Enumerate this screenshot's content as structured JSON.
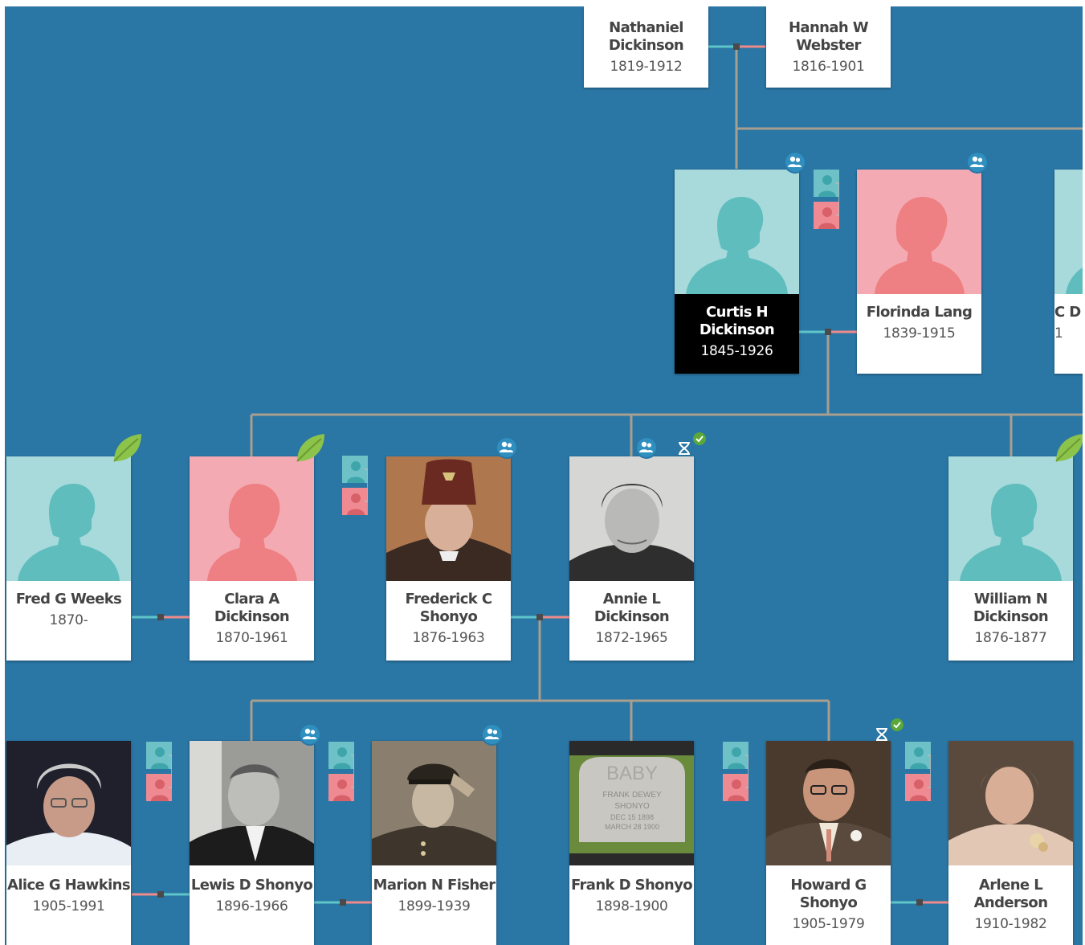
{
  "colors": {
    "background": "#2a76a4",
    "male": "#a8dadb",
    "male_silhouette": "#5fbdbd",
    "female": "#f4aab3",
    "female_silhouette": "#ee7f82",
    "line": "#a89f8f",
    "male_link": "#5fc5c8",
    "female_link": "#ef8a8a",
    "selected": "#000000",
    "hint_leaf": "#8cc34a",
    "dna_check": "#5aa83a"
  },
  "icons": {
    "family": "family-group-icon",
    "dna": "dna-icon",
    "hint": "hint-leaf-icon",
    "spouses": "alternate-spouses-icon"
  },
  "people": {
    "nathaniel": {
      "name": "Nathaniel Dickinson",
      "dates": "1819-1912",
      "gender": "male"
    },
    "hannah": {
      "name": "Hannah W Webster",
      "dates": "1816-1901",
      "gender": "female"
    },
    "curtis": {
      "name": "Curtis H Dickinson",
      "dates": "1845-1926",
      "gender": "male",
      "selected": true
    },
    "florinda": {
      "name": "Florinda Lang",
      "dates": "1839-1915",
      "gender": "female"
    },
    "edge": {
      "name": "C D",
      "dates": "1",
      "gender": "male"
    },
    "fred": {
      "name": "Fred G Weeks",
      "dates": "1870-",
      "gender": "male"
    },
    "clara": {
      "name": "Clara A Dickinson",
      "dates": "1870-1961",
      "gender": "female"
    },
    "frederick": {
      "name": "Frederick C Shonyo",
      "dates": "1876-1963",
      "gender": "male",
      "photo": "sepia portrait in fez"
    },
    "annie": {
      "name": "Annie L Dickinson",
      "dates": "1872-1965",
      "gender": "female",
      "photo": "black and white portrait"
    },
    "william": {
      "name": "William N Dickinson",
      "dates": "1876-1877",
      "gender": "male"
    },
    "alice": {
      "name": "Alice G Hawkins",
      "dates": "1905-1991",
      "gender": "female",
      "photo": "color portrait"
    },
    "lewis": {
      "name": "Lewis D Shonyo",
      "dates": "1896-1966",
      "gender": "male",
      "photo": "black and white portrait"
    },
    "marion": {
      "name": "Marion N Fisher",
      "dates": "1899-1939",
      "gender": "female",
      "photo": "sepia portrait saluting"
    },
    "frank": {
      "name": "Frank D Shonyo",
      "dates": "1898-1900",
      "gender": "male",
      "photo": "headstone photo"
    },
    "howard": {
      "name": "Howard G Shonyo",
      "dates": "1905-1979",
      "gender": "male",
      "photo": "color portrait"
    },
    "arlene": {
      "name": "Arlene L Anderson",
      "dates": "1910-1982",
      "gender": "female",
      "photo": "color portrait"
    }
  },
  "headstone_text": [
    "BABY",
    "FRANK DEWEY",
    "SHONYO",
    "DEC 15 1898",
    "MARCH 28 1900"
  ]
}
